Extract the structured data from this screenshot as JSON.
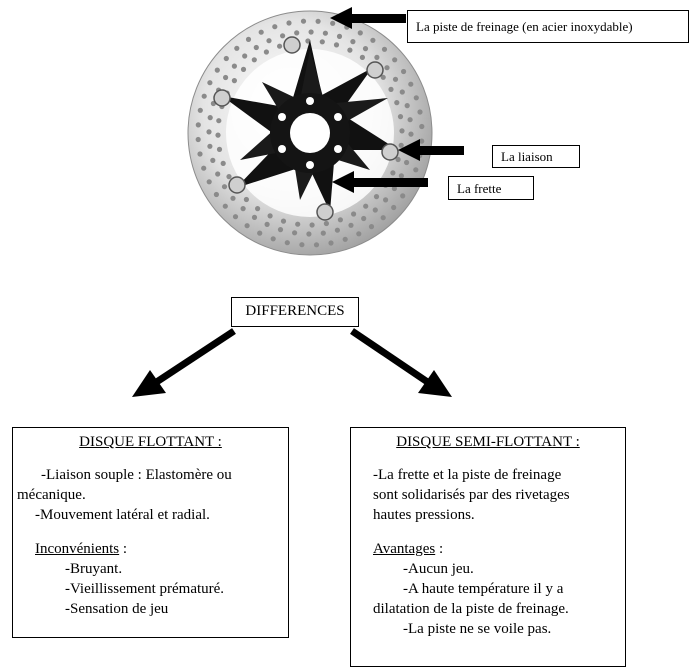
{
  "callouts": {
    "piste": "La piste de  freinage (en acier inoxydable)",
    "liaison": "La liaison",
    "frette": "La frette"
  },
  "differences_label": "DIFFERENCES",
  "left_panel": {
    "title": "DISQUE FLOTTANT :",
    "line1": "-Liaison souple : Elastomère ou",
    "line2": "mécanique.",
    "line3": "-Mouvement latéral et radial.",
    "subheading": "Inconvénients",
    "subheading_suffix": " :",
    "items": [
      "-Bruyant.",
      "-Vieillissement prématuré.",
      "-Sensation de jeu"
    ]
  },
  "right_panel": {
    "title": "DISQUE SEMI-FLOTTANT :",
    "line1": "-La frette et la piste de freinage",
    "line2": "sont solidarisés par des rivetages",
    "line3": "hautes pressions.",
    "subheading": "Avantages",
    "subheading_suffix": " :",
    "item1": "-Aucun jeu.",
    "item2a": "-A haute température il y a",
    "item2b": "dilatation de la piste de freinage.",
    "item3": "-La piste ne se voile pas."
  },
  "colors": {
    "disc_outer": "#d9d9d9",
    "disc_shadow": "#a8a8a8",
    "spider": "#111111",
    "arrow": "#000000"
  }
}
